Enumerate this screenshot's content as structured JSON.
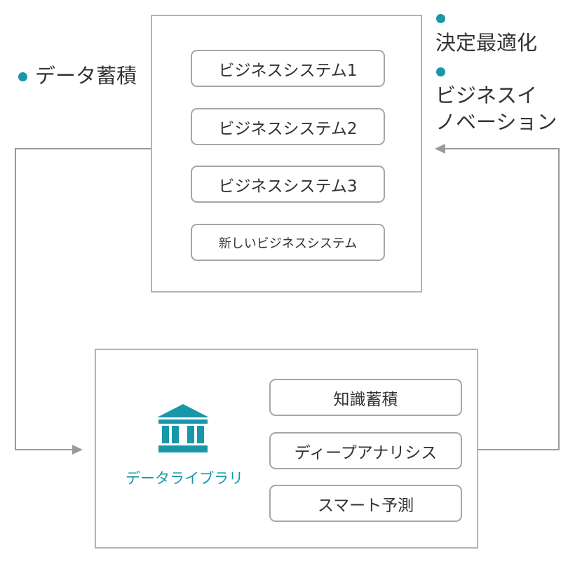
{
  "business_systems": {
    "items": [
      {
        "label": "ビジネスシステム1"
      },
      {
        "label": "ビジネスシステム2"
      },
      {
        "label": "ビジネスシステム3"
      },
      {
        "label": "新しいビジネスシステム"
      }
    ]
  },
  "data_library": {
    "label": "データライブラリ",
    "capabilities": [
      {
        "label": "知識蓄積"
      },
      {
        "label": "ディープアナリシス"
      },
      {
        "label": "スマート予測"
      }
    ]
  },
  "annotations": {
    "left": "データ蓄積",
    "right_1": "決定最適化",
    "right_2_line1": "ビジネスイ",
    "right_2_line2": "ノベーション"
  },
  "colors": {
    "accent": "#1797a8",
    "panel_border": "#b3b3b3",
    "pill_border": "#a6a6a6",
    "connector": "#999999",
    "text": "#333333"
  },
  "icons": {
    "library": "bank-building-icon",
    "bullet": "bullet-dot-icon"
  }
}
